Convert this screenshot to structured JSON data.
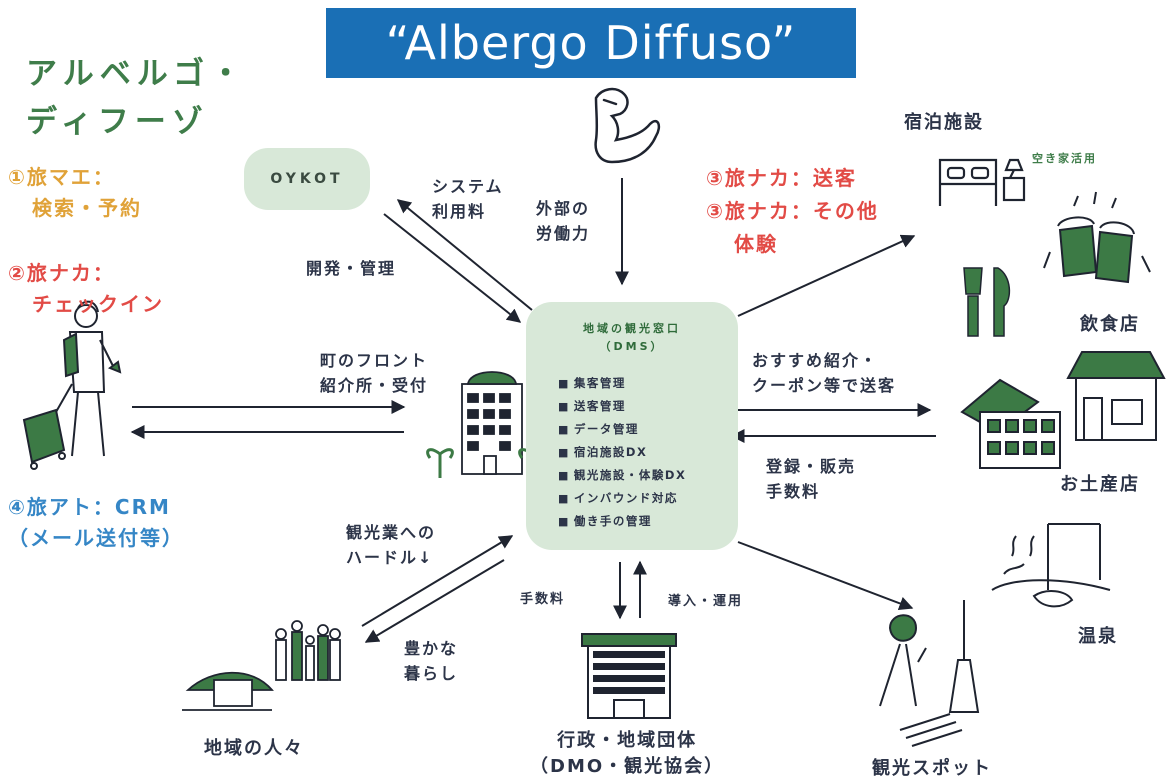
{
  "header": {
    "banner": "“Albergo Diffuso”",
    "title_line1": "アルベルゴ・",
    "title_line2": "ディフーゾ"
  },
  "steps": {
    "s1_line1": "①旅マエ：",
    "s1_line2": "検索・予約",
    "s2_line1": "②旅ナカ：",
    "s2_line2": "チェックイン",
    "s4_line1": "④旅アト：CRM",
    "s4_line2": "（メール送付等）",
    "s3a": "③旅ナカ：送客",
    "s3b_line1": "③旅ナカ：その他",
    "s3b_line2": "体験"
  },
  "oykot": "OYKOT",
  "dms": {
    "title_line1": "地域の観光窓口",
    "title_line2": "（DMS）",
    "items": [
      "集客管理",
      "送客管理",
      "データ管理",
      "宿泊施設DX",
      "観光施設・体験DX",
      "インバウンド対応",
      "働き手の管理"
    ]
  },
  "labels": {
    "system_fee_1": "システム",
    "system_fee_2": "利用料",
    "dev": "開発・管理",
    "labor_1": "外部の",
    "labor_2": "労働力",
    "front_1": "町のフロント",
    "front_2": "紹介所・受付",
    "recommend_1": "おすすめ紹介・",
    "recommend_2": "クーポン等で送客",
    "register_1": "登録・販売",
    "register_2": "手数料",
    "hurdle_1": "観光業への",
    "hurdle_2": "ハードル↓",
    "rich_1": "豊かな",
    "rich_2": "暮らし",
    "fee": "手数料",
    "intro": "導入・運用",
    "vacant": "空き家活用"
  },
  "captions": {
    "lodging": "宿泊施設",
    "restaurant": "飲食店",
    "souvenir": "お土産店",
    "onsen": "温泉",
    "spot": "観光スポット",
    "residents": "地域の人々",
    "gov_1": "行政・地域団体",
    "gov_2": "（DMO・観光協会）"
  },
  "colors": {
    "banner": "#1a6fb5",
    "green": "#3f7d4a",
    "dark": "#2c3448",
    "orange": "#e0a238",
    "red": "#e24b46",
    "blue": "#3586c6",
    "box": "#d8e8d8"
  }
}
